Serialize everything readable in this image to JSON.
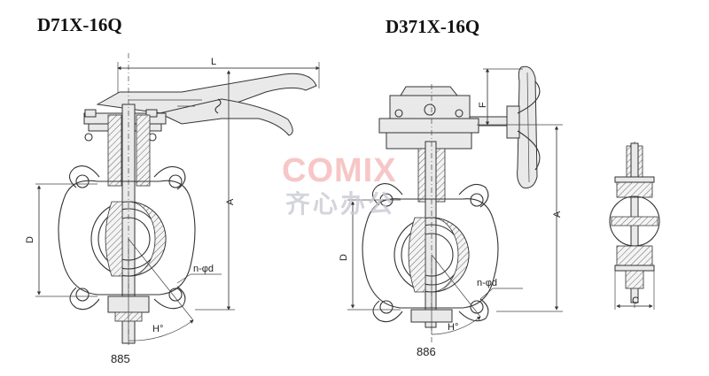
{
  "titles": {
    "left": "D71X-16Q",
    "right": "D371X-16Q"
  },
  "captions": {
    "left": "885",
    "right": "886"
  },
  "dimensions": {
    "L": "L",
    "A_left": "A",
    "D_left": "D",
    "nd_left": "n-φd",
    "H_left": "H°",
    "F": "F",
    "A_right": "A",
    "D_right": "D",
    "nd_right": "n-φd",
    "H_right": "H°",
    "C": "C"
  },
  "watermark": {
    "brand": "COMIX",
    "chinese": "齐心办公"
  },
  "colors": {
    "line": "#333333",
    "watermark_red": "#f2a7a7",
    "watermark_gray": "#c9cbd3"
  }
}
